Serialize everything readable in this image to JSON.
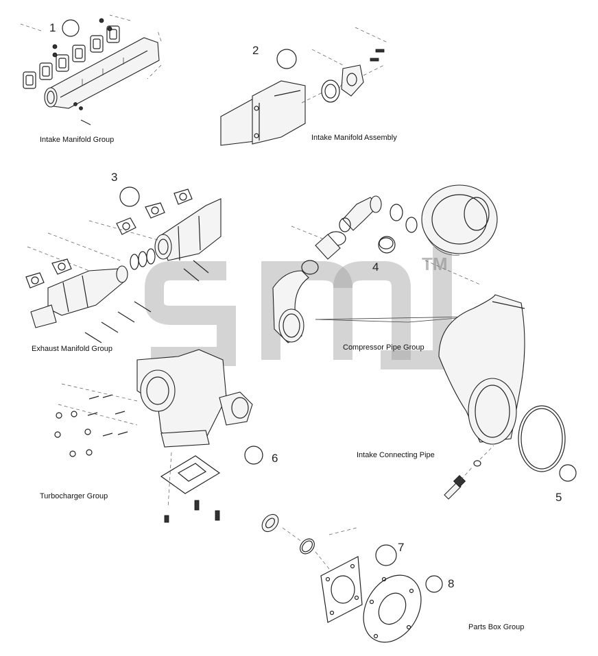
{
  "callouts": [
    "1",
    "2",
    "3",
    "4",
    "5",
    "6",
    "7",
    "8"
  ],
  "groups": {
    "intake_manifold_group": "Intake Manifold Group",
    "intake_manifold_assembly": "Intake Manifold Assembly",
    "exhaust_manifold_group": "Exhaust Manifold Group",
    "compressor_pipe_group": "Compressor Pipe Group",
    "intake_connecting_pipe": "Intake Connecting Pipe",
    "turbocharger_group": "Turbocharger Group",
    "parts_box_group": "Parts Box Group"
  },
  "watermark": {
    "trademark": "TM"
  }
}
